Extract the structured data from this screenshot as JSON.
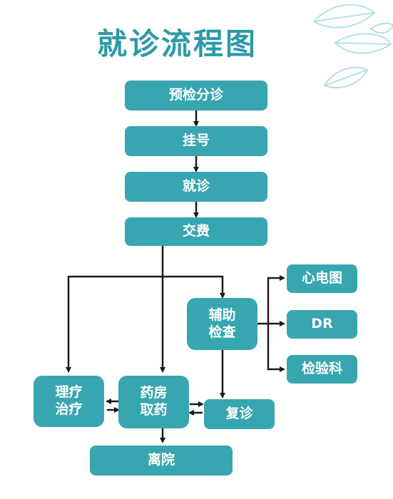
{
  "title": "就诊流程图",
  "nodes": {
    "pre_triage": "预检分诊",
    "registration": "挂号",
    "consultation": "就诊",
    "payment": "交费",
    "aux_exam": "辅助\n检查",
    "ecg": "心电图",
    "dr": "DR",
    "lab": "检验科",
    "physio": "理疗\n治疗",
    "pharmacy": "药房\n取药",
    "followup": "复诊",
    "leave": "离院"
  },
  "colors": {
    "node_fill": "#37a6b0",
    "title": "#2c9aa8",
    "arrow": "#1a1a1a",
    "leaf_decor": "#b9dfe3"
  }
}
